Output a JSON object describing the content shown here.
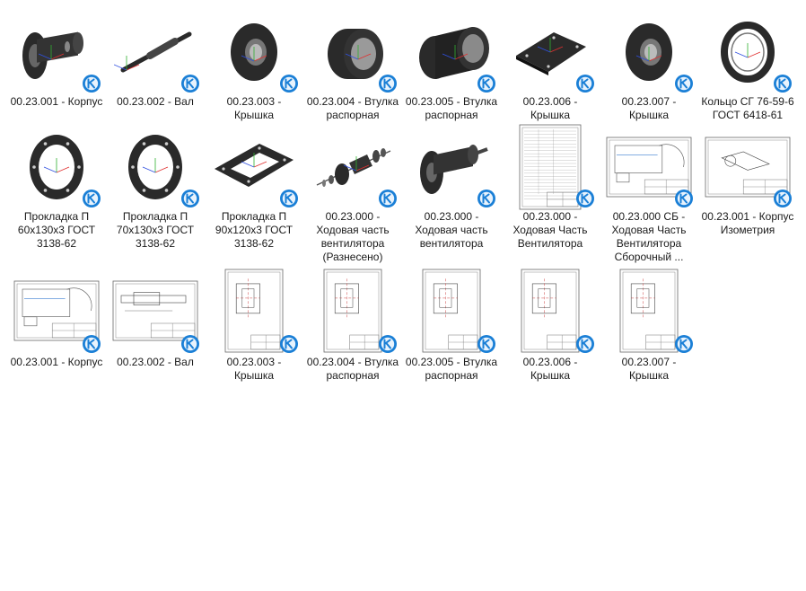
{
  "files": [
    {
      "label": "00.23.001 - Корпус",
      "art": "housing3d",
      "icon": "kompas-part-icon"
    },
    {
      "label": "00.23.002 - Вал",
      "art": "shaft3d",
      "icon": "kompas-part-icon"
    },
    {
      "label": "00.23.003 - Крышка",
      "art": "cover3d",
      "icon": "kompas-part-icon"
    },
    {
      "label": "00.23.004 - Втулка распорная",
      "art": "ring3d",
      "icon": "kompas-part-icon"
    },
    {
      "label": "00.23.005 - Втулка распорная",
      "art": "tube3d",
      "icon": "kompas-part-icon"
    },
    {
      "label": "00.23.006 - Крышка",
      "art": "plate3d",
      "icon": "kompas-part-icon"
    },
    {
      "label": "00.23.007 - Крышка",
      "art": "cover3d",
      "icon": "kompas-part-icon"
    },
    {
      "label": "Кольцо СГ 76-59-6 ГОСТ 6418-61",
      "art": "oring3d",
      "icon": "kompas-part-icon"
    },
    {
      "label": "Прокладка П 60x130x3 ГОСТ 3138-62",
      "art": "gasket3d",
      "icon": "kompas-part-icon"
    },
    {
      "label": "Прокладка П 70x130x3 ГОСТ 3138-62",
      "art": "gasket3d",
      "icon": "kompas-part-icon"
    },
    {
      "label": "Прокладка П 90x120x3 ГОСТ 3138-62",
      "art": "squaregasket3d",
      "icon": "kompas-part-icon"
    },
    {
      "label": "00.23.000 - Ходовая часть вентилятора (Разнесено)",
      "art": "exploded3d",
      "icon": "kompas-assembly-icon"
    },
    {
      "label": "00.23.000 - Ходовая часть вентилятора",
      "art": "assembly3d",
      "icon": "kompas-assembly-icon"
    },
    {
      "label": "00.23.000 - Ходовая Часть Вентилятора",
      "art": "spec",
      "icon": "kompas-spec-icon"
    },
    {
      "label": "00.23.000 СБ - Ходовая Часть Вентилятора Сборочный ...",
      "art": "drawingwide",
      "icon": "kompas-drawing-icon"
    },
    {
      "label": "00.23.001 - Корпус Изометрия",
      "art": "drawingiso",
      "icon": "kompas-drawing-icon"
    },
    {
      "label": "00.23.001 - Корпус",
      "art": "drawingwide",
      "icon": "kompas-drawing-icon"
    },
    {
      "label": "00.23.002 - Вал",
      "art": "drawingshaft",
      "icon": "kompas-drawing-icon"
    },
    {
      "label": "00.23.003 - Крышка",
      "art": "drawingtall",
      "icon": "kompas-drawing-icon"
    },
    {
      "label": "00.23.004 - Втулка распорная",
      "art": "drawingtall",
      "icon": "kompas-drawing-icon"
    },
    {
      "label": "00.23.005 - Втулка распорная",
      "art": "drawingtall",
      "icon": "kompas-drawing-icon"
    },
    {
      "label": "00.23.006 - Крышка",
      "art": "drawingtall",
      "icon": "kompas-drawing-icon"
    },
    {
      "label": "00.23.007 - Крышка",
      "art": "drawingtall",
      "icon": "kompas-drawing-icon"
    }
  ],
  "colors": {
    "badge_blue": "#1a7fd6",
    "badge_light": "#e8f3fd",
    "part_dark": "#2a2a2a",
    "axis_red": "#e03030",
    "axis_green": "#30b030",
    "axis_blue": "#3050e0"
  }
}
